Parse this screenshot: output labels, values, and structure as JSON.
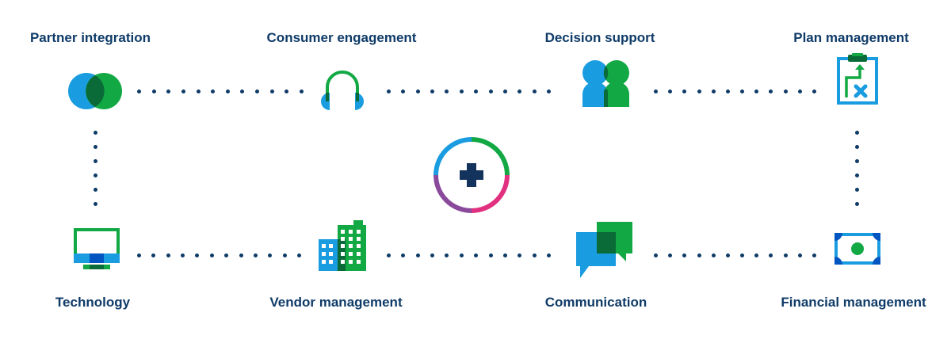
{
  "diagram": {
    "title_hidden": "",
    "nodes": [
      {
        "id": "partner-integration",
        "label": "Partner integration",
        "icon": "overlapping-circles-icon"
      },
      {
        "id": "consumer-engagement",
        "label": "Consumer engagement",
        "icon": "headphones-icon"
      },
      {
        "id": "decision-support",
        "label": "Decision support",
        "icon": "people-icon"
      },
      {
        "id": "plan-management",
        "label": "Plan management",
        "icon": "clipboard-icon"
      },
      {
        "id": "technology",
        "label": "Technology",
        "icon": "monitor-icon"
      },
      {
        "id": "vendor-management",
        "label": "Vendor management",
        "icon": "buildings-icon"
      },
      {
        "id": "communication",
        "label": "Communication",
        "icon": "chat-bubbles-icon"
      },
      {
        "id": "financial-management",
        "label": "Financial management",
        "icon": "banknote-icon"
      }
    ],
    "center": {
      "icon": "plus-ring-icon"
    },
    "connections": [
      {
        "from": "partner-integration",
        "to": "consumer-engagement",
        "dots": 12
      },
      {
        "from": "consumer-engagement",
        "to": "decision-support",
        "dots": 12
      },
      {
        "from": "decision-support",
        "to": "plan-management",
        "dots": 12
      },
      {
        "from": "partner-integration",
        "to": "technology",
        "dots": 6
      },
      {
        "from": "plan-management",
        "to": "financial-management",
        "dots": 6
      },
      {
        "from": "technology",
        "to": "vendor-management",
        "dots": 12
      },
      {
        "from": "vendor-management",
        "to": "communication",
        "dots": 12
      },
      {
        "from": "communication",
        "to": "financial-management",
        "dots": 12
      }
    ],
    "colors": {
      "text": "#0f3b68",
      "blue": "#1a9ce0",
      "green": "#12a844",
      "overlap": "#0b6b38",
      "ring_purple": "#8a4a9c",
      "ring_pink": "#e0307f",
      "plus": "#13325c"
    }
  }
}
